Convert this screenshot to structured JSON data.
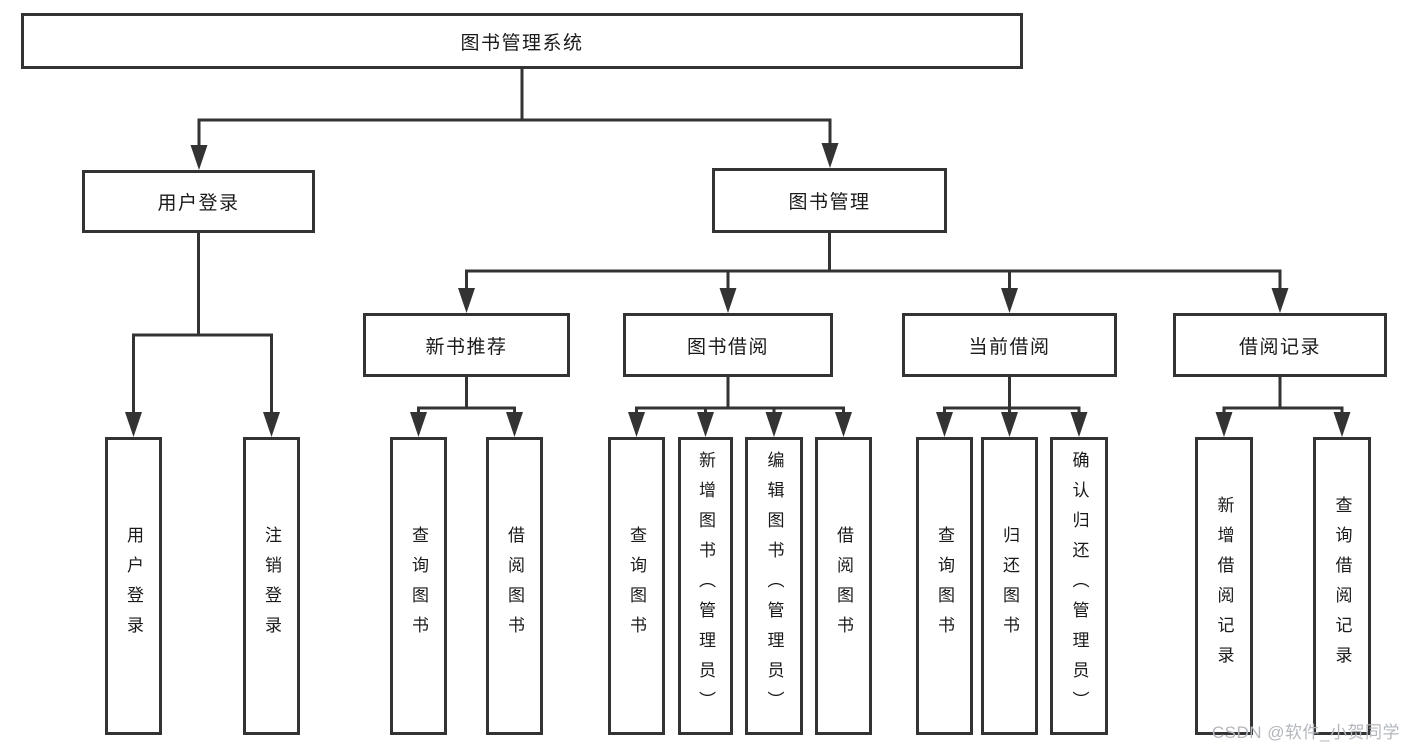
{
  "diagram": {
    "root": {
      "label": "图书管理系统"
    },
    "level2": [
      {
        "label": "用户登录"
      },
      {
        "label": "图书管理"
      }
    ],
    "level3": [
      {
        "label": "新书推荐"
      },
      {
        "label": "图书借阅"
      },
      {
        "label": "当前借阅"
      },
      {
        "label": "借阅记录"
      }
    ],
    "leaves": [
      {
        "label": "用户登录"
      },
      {
        "label": "注销登录"
      },
      {
        "label": "查询图书"
      },
      {
        "label": "借阅图书"
      },
      {
        "label": "查询图书"
      },
      {
        "label": "新增图书（管理员）"
      },
      {
        "label": "编辑图书（管理员）"
      },
      {
        "label": "借阅图书"
      },
      {
        "label": "查询图书"
      },
      {
        "label": "归还图书"
      },
      {
        "label": "确认归还（管理员）"
      },
      {
        "label": "新增借阅记录"
      },
      {
        "label": "查询借阅记录"
      }
    ]
  },
  "watermark": {
    "text": "CSDN @软件_小贺同学"
  },
  "colors": {
    "line": "#333333",
    "text": "#1a1a1a",
    "watermark": "#b4b8bd",
    "background": "#ffffff"
  }
}
